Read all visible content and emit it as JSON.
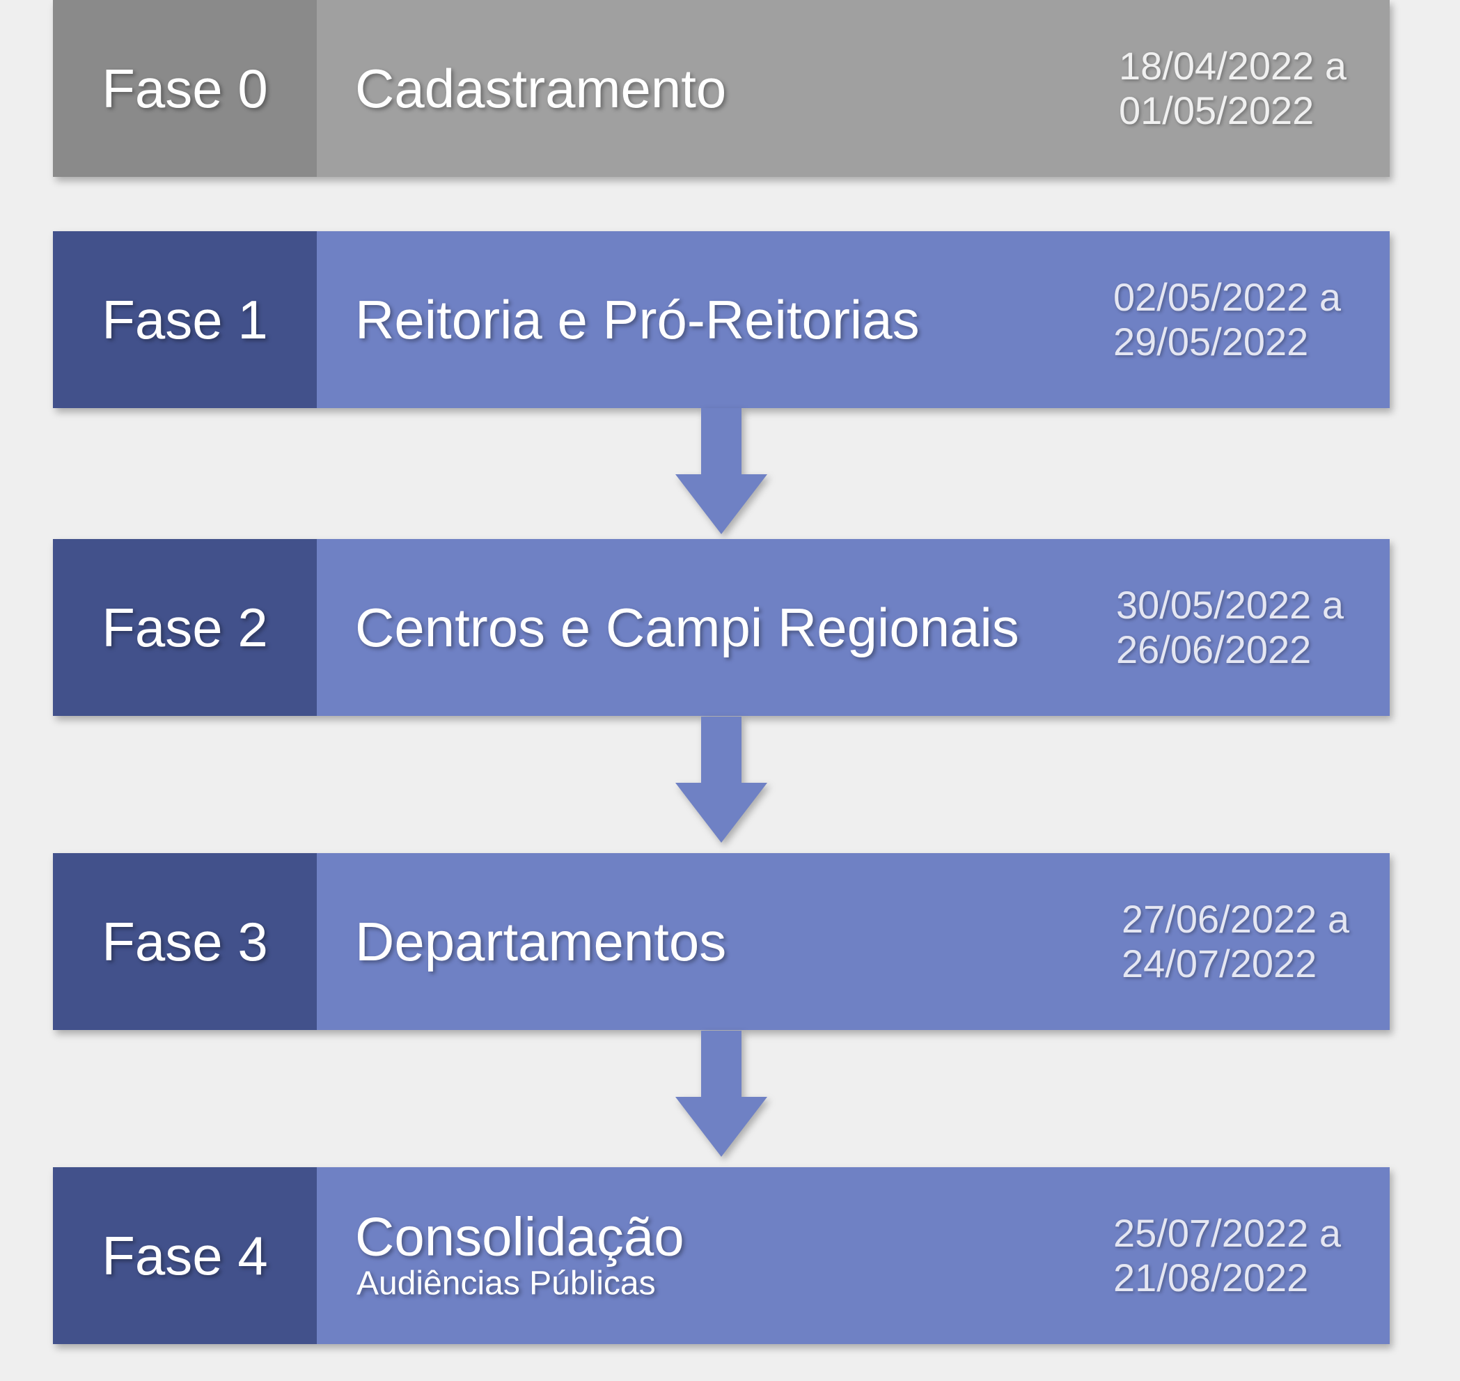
{
  "colors": {
    "background": "#efefef",
    "phase0_label_bg": "#8a8a8a",
    "phase0_body_bg": "#a0a0a0",
    "phase_label_bg": "#42518b",
    "phase_body_bg": "#6f81c4",
    "arrow": "#6f81c4"
  },
  "phases": [
    {
      "label": "Fase 0",
      "title": "Cadastramento",
      "subtitle": "",
      "date_start": "18/04/2022 a",
      "date_end": "01/05/2022"
    },
    {
      "label": "Fase 1",
      "title": "Reitoria e Pró-Reitorias",
      "subtitle": "",
      "date_start": "02/05/2022 a",
      "date_end": "29/05/2022"
    },
    {
      "label": "Fase 2",
      "title": "Centros e Campi Regionais",
      "subtitle": "",
      "date_start": "30/05/2022 a",
      "date_end": "26/06/2022"
    },
    {
      "label": "Fase 3",
      "title": "Departamentos",
      "subtitle": "",
      "date_start": "27/06/2022 a",
      "date_end": "24/07/2022"
    },
    {
      "label": "Fase 4",
      "title": "Consolidação",
      "subtitle": "Audiências Públicas",
      "date_start": "25/07/2022 a",
      "date_end": "21/08/2022"
    }
  ],
  "arrows": [
    {
      "from": "Fase 1",
      "to": "Fase 2"
    },
    {
      "from": "Fase 2",
      "to": "Fase 3"
    },
    {
      "from": "Fase 3",
      "to": "Fase 4"
    }
  ]
}
